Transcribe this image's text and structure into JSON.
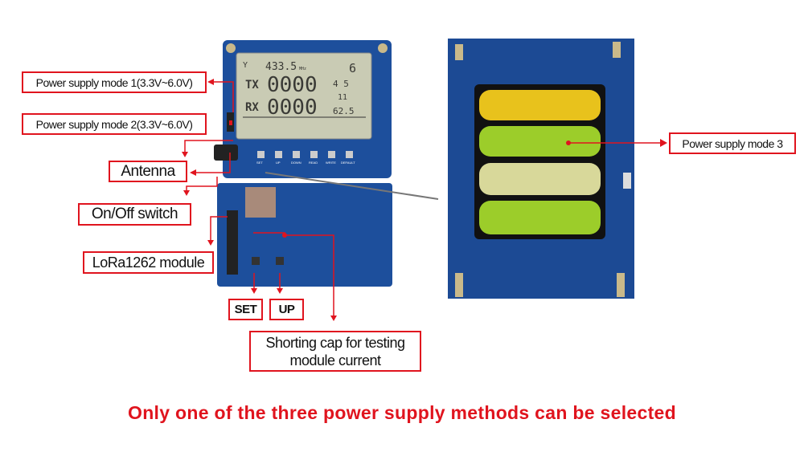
{
  "labels": {
    "power_mode_1": "Power supply mode 1(3.3V~6.0V)",
    "power_mode_2": "Power supply mode 2(3.3V~6.0V)",
    "antenna": "Antenna",
    "on_off_switch": "On/Off switch",
    "lora_module": "LoRa1262 module",
    "set": "SET",
    "up": "UP",
    "shorting_cap": "Shorting cap for testing module current",
    "power_mode_3": "Power supply mode 3"
  },
  "lcd": {
    "freq": "433.5",
    "freq_unit": "MHz",
    "power": "6",
    "tx": "TX",
    "tx_value": "0000",
    "rx": "RX",
    "rx_value": "0000",
    "cr": "4 5",
    "sf": "11",
    "bw": "62.5"
  },
  "board_buttons": [
    "SET",
    "UP",
    "DOWN",
    "READ",
    "WRITE",
    "DEFAULT"
  ],
  "footer": "Only one of the three power supply methods can be selected",
  "colors": {
    "accent": "#e0141e",
    "pcb": "#1d4f9c",
    "lcd": "#c9cbb4"
  }
}
